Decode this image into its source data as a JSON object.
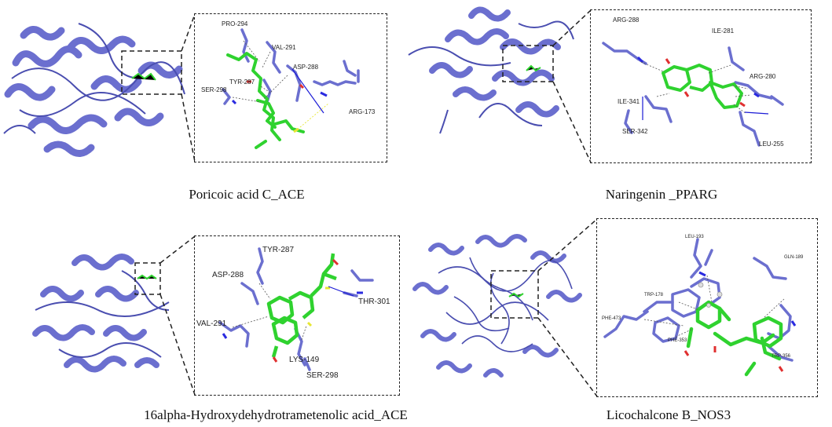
{
  "panels": [
    {
      "caption": "Poricoic acid C_ACE",
      "residues": [
        "PRO-294",
        "VAL-291",
        "ASP-288",
        "TYR-287",
        "SER-298",
        "ARG-173"
      ]
    },
    {
      "caption": "Naringenin _PPARG",
      "residues": [
        "ARG-288",
        "ILE-281",
        "ARG-280",
        "ILE-341",
        "SER-342",
        "LEU-255"
      ]
    },
    {
      "caption": "16alpha-Hydroxydehydrotrametenolic acid_ACE",
      "residues": [
        "TYR-287",
        "ASP-288",
        "THR-301",
        "VAL-291",
        "LYS-149",
        "SER-298"
      ]
    },
    {
      "caption": "Licochalcone B_NOS3",
      "residues": [
        "LEU-193",
        "GLN-189",
        "TRP-178",
        "PHE-473",
        "PHE-353",
        "TRP-356"
      ]
    }
  ],
  "colors": {
    "protein": "#6b6fcf",
    "protein_dark": "#4a4eb0",
    "ligand": "#2fd22f",
    "oxygen": "#e03030",
    "nitrogen": "#2a2ae0",
    "sulfur": "#e6e633",
    "hbond": "#1a1ad6",
    "contact": "#555555"
  }
}
